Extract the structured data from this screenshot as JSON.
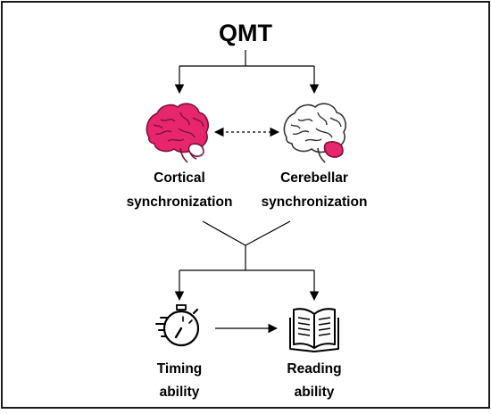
{
  "title": "QMT",
  "nodes": {
    "cortical_line1": "Cortical",
    "cortical_line2": "synchronization",
    "cerebellar_line1": "Cerebellar",
    "cerebellar_line2": "synchronization",
    "timing_line1": "Timing",
    "timing_line2": "ability",
    "reading_line1": "Reading",
    "reading_line2": "ability"
  },
  "colors": {
    "accent": "#e8266d",
    "accent_dark": "#7a1238",
    "line": "#000000",
    "frame": "#1a1a1a"
  },
  "icons": {
    "cortical": "brain-icon",
    "cerebellar": "brain-icon",
    "timing": "stopwatch-icon",
    "reading": "open-book-icon"
  }
}
